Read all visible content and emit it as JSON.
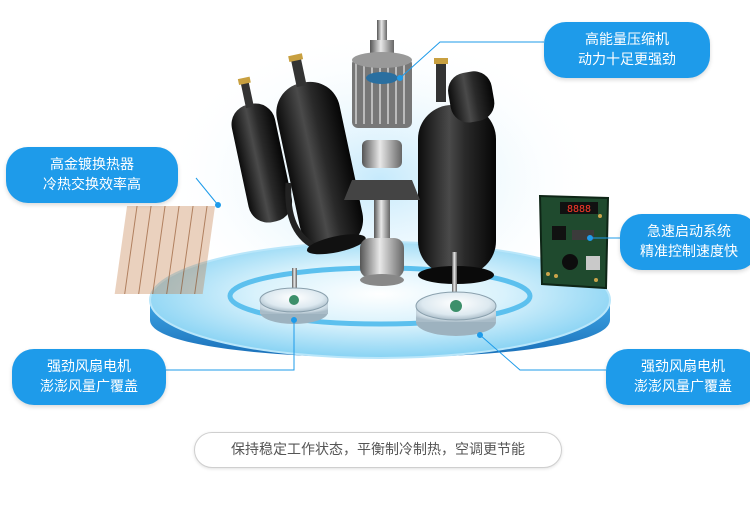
{
  "callouts": {
    "compressor": {
      "line1": "高能量压缩机",
      "line2": "动力十足更强劲"
    },
    "heat_exchanger": {
      "line1": "高金镀换热器",
      "line2": "冷热交换效率高"
    },
    "start_system": {
      "line1": "急速启动系统",
      "line2": "精准控制速度快"
    },
    "fan_left": {
      "line1": "强劲风扇电机",
      "line2": "澎澎风量广覆盖"
    },
    "fan_right": {
      "line1": "强劲风扇电机",
      "line2": "澎澎风量广覆盖"
    }
  },
  "board_display": "8888",
  "tagline": "保持稳定工作状态，平衡制冷制热，空调更节能",
  "colors": {
    "accent": "#1e9bea",
    "platform_top": "#8fd6f5",
    "platform_side": "#2a8fd2"
  }
}
